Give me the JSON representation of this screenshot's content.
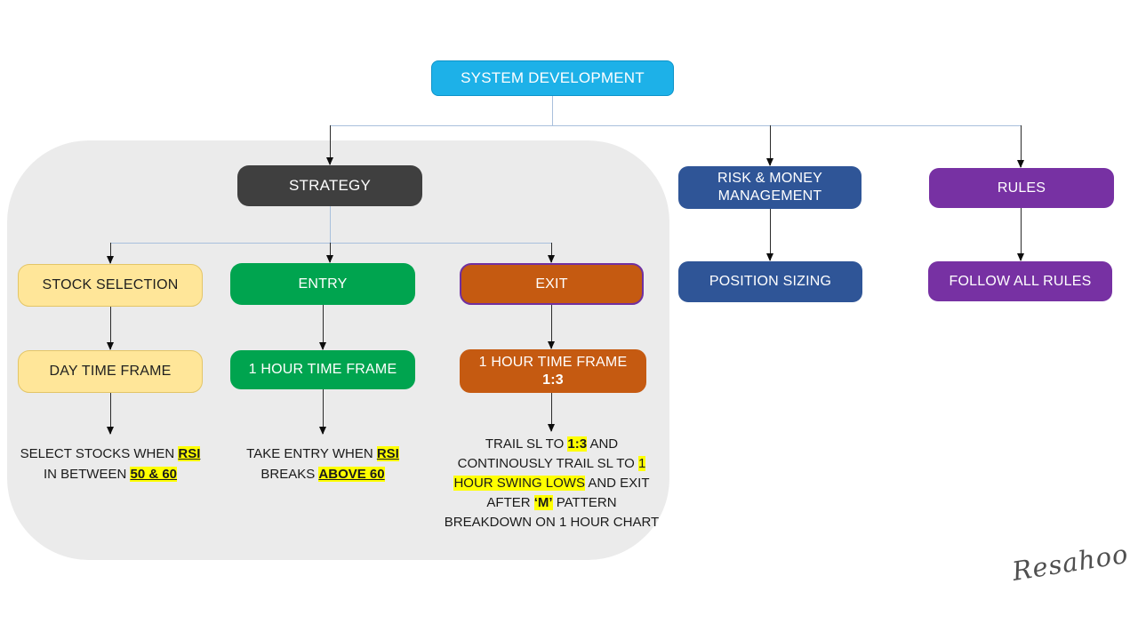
{
  "nodes": {
    "system_development": "SYSTEM DEVELOPMENT",
    "strategy": "STRATEGY",
    "risk_money": "RISK & MONEY MANAGEMENT",
    "rules": "RULES",
    "stock_selection": "STOCK SELECTION",
    "entry": "ENTRY",
    "exit": "EXIT",
    "day_time_frame": "DAY TIME FRAME",
    "hour_time_frame_entry": "1 HOUR TIME FRAME",
    "hour_time_frame_exit_line1": "1 HOUR TIME FRAME",
    "hour_time_frame_exit_line2": "1:3",
    "position_sizing": "POSITION SIZING",
    "follow_all_rules": "FOLLOW ALL RULES"
  },
  "colors": {
    "cyan": "#1db1e8",
    "dark_gray": "#3f3f3f",
    "navy_blue": "#2f5597",
    "purple": "#7731a3",
    "light_yellow": "#ffe699",
    "green": "#00a44f",
    "orange": "#c55a11",
    "highlight": "#ffff00",
    "blob_gray": "#ebebeb",
    "connector_blue": "#a9c0dc"
  },
  "notes": {
    "stock": {
      "lines": [
        [
          {
            "t": "SELECT STOCKS WHEN ",
            "hl": false
          },
          {
            "t": "RSI",
            "hl": true,
            "b": true,
            "u": true
          }
        ],
        [
          {
            "t": "IN BETWEEN ",
            "hl": false
          },
          {
            "t": "50 & 60",
            "hl": true,
            "b": true,
            "u": true
          }
        ]
      ]
    },
    "entry": {
      "lines": [
        [
          {
            "t": "TAKE ENTRY WHEN ",
            "hl": false
          },
          {
            "t": "RSI",
            "hl": true,
            "b": true,
            "u": true
          }
        ],
        [
          {
            "t": "BREAKS ",
            "hl": false
          },
          {
            "t": "ABOVE 60",
            "hl": true,
            "b": true,
            "u": true
          }
        ]
      ]
    },
    "exit": {
      "lines": [
        [
          {
            "t": "TRAIL SL TO ",
            "hl": false
          },
          {
            "t": "1:3",
            "hl": true,
            "b": true
          },
          {
            "t": " AND",
            "hl": false
          }
        ],
        [
          {
            "t": "CONTINOUSLY TRAIL  SL TO ",
            "hl": false
          },
          {
            "t": "1",
            "hl": true
          }
        ],
        [
          {
            "t": "HOUR SWING LOWS",
            "hl": true
          },
          {
            "t": " AND EXIT",
            "hl": false
          }
        ],
        [
          {
            "t": "AFTER ",
            "hl": false
          },
          {
            "t": "‘M’",
            "hl": true,
            "b": true
          },
          {
            "t": " PATTERN",
            "hl": false
          }
        ],
        [
          {
            "t": "BREAKDOWN ON 1 HOUR CHART",
            "hl": false
          }
        ]
      ]
    }
  },
  "signature": "Resahoo"
}
